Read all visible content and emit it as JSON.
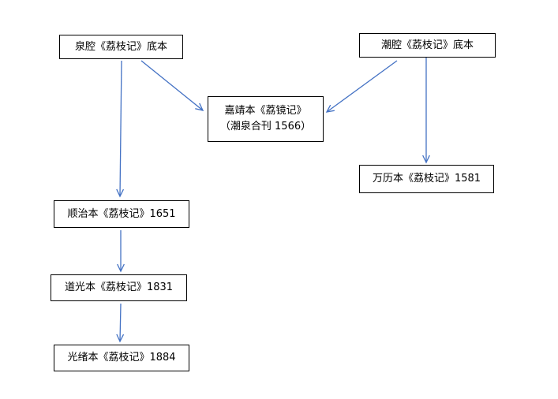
{
  "diagram": {
    "edge_color": "#4472c4",
    "border_color": "#000000",
    "nodes": [
      {
        "id": "n-quan-base",
        "lines": [
          "泉腔《荔枝记》底本"
        ]
      },
      {
        "id": "n-chao-base",
        "lines": [
          "潮腔《荔枝记》底本"
        ]
      },
      {
        "id": "n-jiajing",
        "lines": [
          "嘉靖本《荔镜记》",
          "（潮泉合刊 1566）"
        ]
      },
      {
        "id": "n-wanli",
        "lines": [
          "万历本《荔枝记》1581"
        ]
      },
      {
        "id": "n-shunzhi",
        "lines": [
          "顺治本《荔枝记》1651"
        ]
      },
      {
        "id": "n-daoguang",
        "lines": [
          "道光本《荔枝记》1831"
        ]
      },
      {
        "id": "n-guangxu",
        "lines": [
          "光绪本《荔枝记》1884"
        ]
      }
    ],
    "edges": [
      {
        "from": "n-quan-base",
        "to": "n-jiajing"
      },
      {
        "from": "n-chao-base",
        "to": "n-jiajing"
      },
      {
        "from": "n-quan-base",
        "to": "n-shunzhi"
      },
      {
        "from": "n-chao-base",
        "to": "n-wanli"
      },
      {
        "from": "n-shunzhi",
        "to": "n-daoguang"
      },
      {
        "from": "n-daoguang",
        "to": "n-guangxu"
      }
    ]
  }
}
